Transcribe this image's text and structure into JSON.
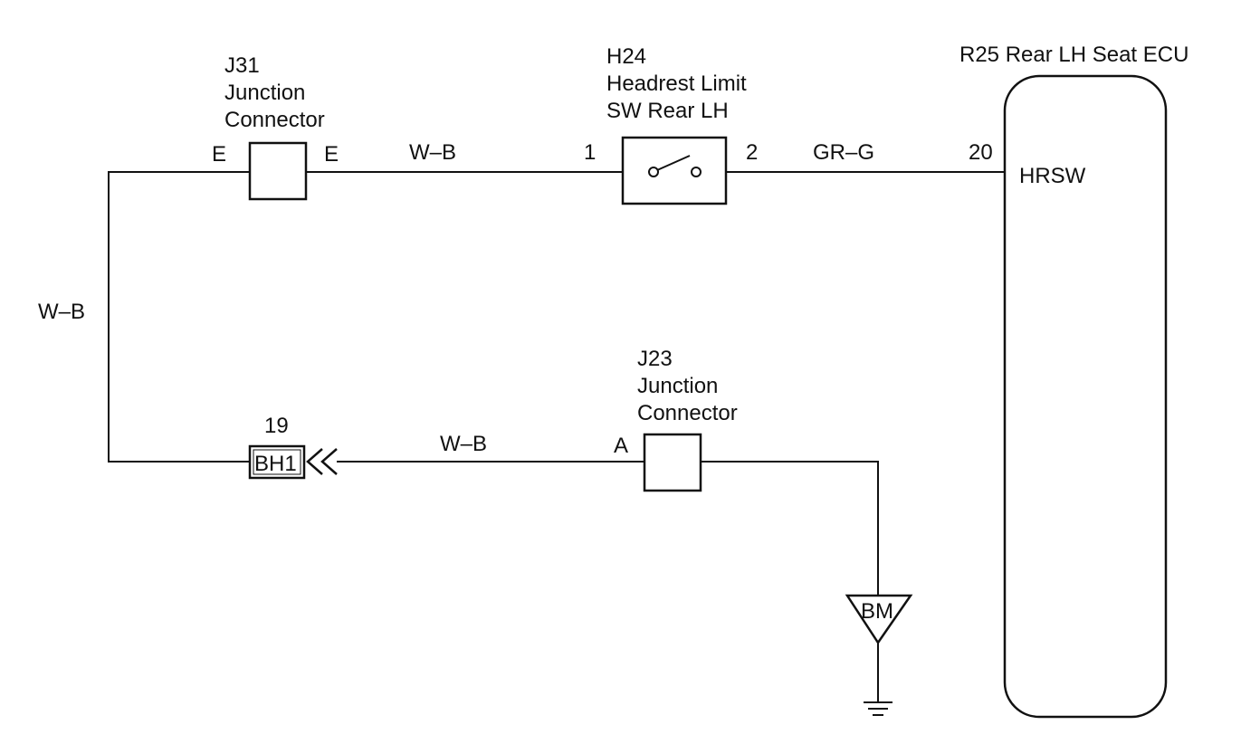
{
  "components": {
    "j31": {
      "code": "J31",
      "line1": "Junction",
      "line2": "Connector",
      "pin_left": "E",
      "pin_right": "E"
    },
    "h24": {
      "code": "H24",
      "line1": "Headrest Limit",
      "line2": "SW Rear LH",
      "pin_left": "1",
      "pin_right": "2"
    },
    "r25": {
      "title": "R25 Rear LH Seat ECU",
      "pin_number": "20",
      "pin_name": "HRSW"
    },
    "j23": {
      "code": "J23",
      "line1": "Junction",
      "line2": "Connector",
      "pin": "A"
    },
    "bh1": {
      "code": "BH1",
      "pin": "19"
    },
    "ground": {
      "code": "BM"
    }
  },
  "wires": {
    "top_left": "W–B",
    "top_right": "GR–G",
    "left_vertical": "W–B",
    "bottom": "W–B"
  }
}
